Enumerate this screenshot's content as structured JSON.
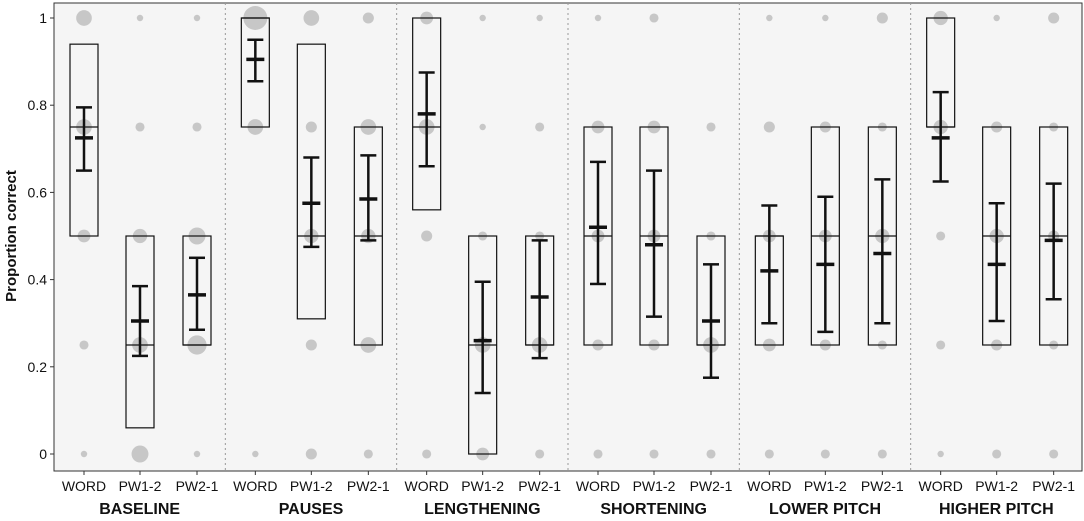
{
  "chart_data": {
    "type": "box-dot",
    "ylabel": "Proportion correct",
    "ylim": [
      0,
      1
    ],
    "yticks": [
      {
        "value": 0,
        "label": "0"
      },
      {
        "value": 0.2,
        "label": "0.2"
      },
      {
        "value": 0.4,
        "label": "0.4"
      },
      {
        "value": 0.6,
        "label": "0.6"
      },
      {
        "value": 0.8,
        "label": "0.8"
      },
      {
        "value": 1,
        "label": "1"
      }
    ],
    "grid": false,
    "panel_background": "#f5f5f5",
    "colors": {
      "dot": "#b3b3b3",
      "box": "#111111",
      "mean_ci": "#111111",
      "divider": "#999999"
    },
    "groups": [
      {
        "name": "BASELINE",
        "conditions": [
          {
            "label": "WORD",
            "box": {
              "q1": 0.5,
              "median": 0.75,
              "q3": 0.94
            },
            "mean": 0.725,
            "ci": [
              0.65,
              0.795
            ],
            "dots": [
              {
                "y": 0,
                "n": 1
              },
              {
                "y": 0.25,
                "n": 2
              },
              {
                "y": 0.5,
                "n": 4
              },
              {
                "y": 0.75,
                "n": 6
              },
              {
                "y": 1,
                "n": 6
              }
            ]
          },
          {
            "label": "PW1-2",
            "box": {
              "q1": 0.06,
              "median": 0.25,
              "q3": 0.5
            },
            "mean": 0.305,
            "ci": [
              0.225,
              0.385
            ],
            "dots": [
              {
                "y": 0,
                "n": 7
              },
              {
                "y": 0.25,
                "n": 6
              },
              {
                "y": 0.5,
                "n": 5
              },
              {
                "y": 0.75,
                "n": 2
              },
              {
                "y": 1,
                "n": 1
              }
            ]
          },
          {
            "label": "PW2-1",
            "box": {
              "q1": 0.25,
              "median": 0.25,
              "q3": 0.5
            },
            "mean": 0.365,
            "ci": [
              0.285,
              0.45
            ],
            "dots": [
              {
                "y": 0,
                "n": 1
              },
              {
                "y": 0.25,
                "n": 9
              },
              {
                "y": 0.5,
                "n": 7
              },
              {
                "y": 0.75,
                "n": 2
              },
              {
                "y": 1,
                "n": 1
              }
            ]
          }
        ]
      },
      {
        "name": "PAUSES",
        "conditions": [
          {
            "label": "WORD",
            "box": {
              "q1": 0.75,
              "median": 1,
              "q3": 1
            },
            "mean": 0.905,
            "ci": [
              0.855,
              0.95
            ],
            "dots": [
              {
                "y": 0,
                "n": 1
              },
              {
                "y": 0.75,
                "n": 6
              },
              {
                "y": 1,
                "n": 14
              }
            ]
          },
          {
            "label": "PW1-2",
            "box": {
              "q1": 0.31,
              "median": 0.5,
              "q3": 0.94
            },
            "mean": 0.575,
            "ci": [
              0.475,
              0.68
            ],
            "dots": [
              {
                "y": 0,
                "n": 3
              },
              {
                "y": 0.25,
                "n": 3
              },
              {
                "y": 0.5,
                "n": 5
              },
              {
                "y": 0.75,
                "n": 3
              },
              {
                "y": 1,
                "n": 6
              }
            ]
          },
          {
            "label": "PW2-1",
            "box": {
              "q1": 0.25,
              "median": 0.5,
              "q3": 0.75
            },
            "mean": 0.585,
            "ci": [
              0.49,
              0.685
            ],
            "dots": [
              {
                "y": 0,
                "n": 2
              },
              {
                "y": 0.25,
                "n": 6
              },
              {
                "y": 0.5,
                "n": 5
              },
              {
                "y": 0.75,
                "n": 6
              },
              {
                "y": 1,
                "n": 3
              }
            ]
          }
        ]
      },
      {
        "name": "LENGTHENING",
        "conditions": [
          {
            "label": "WORD",
            "box": {
              "q1": 0.56,
              "median": 0.75,
              "q3": 1
            },
            "mean": 0.78,
            "ci": [
              0.66,
              0.875
            ],
            "dots": [
              {
                "y": 0,
                "n": 2
              },
              {
                "y": 0.5,
                "n": 3
              },
              {
                "y": 0.75,
                "n": 6
              },
              {
                "y": 1,
                "n": 4
              }
            ]
          },
          {
            "label": "PW1-2",
            "box": {
              "q1": 0,
              "median": 0.25,
              "q3": 0.5
            },
            "mean": 0.26,
            "ci": [
              0.14,
              0.395
            ],
            "dots": [
              {
                "y": 0,
                "n": 4
              },
              {
                "y": 0.25,
                "n": 6
              },
              {
                "y": 0.5,
                "n": 2
              },
              {
                "y": 0.75,
                "n": 1
              },
              {
                "y": 1,
                "n": 1
              }
            ]
          },
          {
            "label": "PW2-1",
            "box": {
              "q1": 0.25,
              "median": 0.25,
              "q3": 0.5
            },
            "mean": 0.36,
            "ci": [
              0.22,
              0.49
            ],
            "dots": [
              {
                "y": 0,
                "n": 2
              },
              {
                "y": 0.25,
                "n": 6
              },
              {
                "y": 0.5,
                "n": 2
              },
              {
                "y": 0.75,
                "n": 2
              },
              {
                "y": 1,
                "n": 1
              }
            ]
          }
        ]
      },
      {
        "name": "SHORTENING",
        "conditions": [
          {
            "label": "WORD",
            "box": {
              "q1": 0.25,
              "median": 0.5,
              "q3": 0.75
            },
            "mean": 0.52,
            "ci": [
              0.39,
              0.67
            ],
            "dots": [
              {
                "y": 0,
                "n": 2
              },
              {
                "y": 0.25,
                "n": 3
              },
              {
                "y": 0.5,
                "n": 4
              },
              {
                "y": 0.75,
                "n": 4
              },
              {
                "y": 1,
                "n": 1
              }
            ]
          },
          {
            "label": "PW1-2",
            "box": {
              "q1": 0.25,
              "median": 0.5,
              "q3": 0.75
            },
            "mean": 0.48,
            "ci": [
              0.315,
              0.65
            ],
            "dots": [
              {
                "y": 0,
                "n": 2
              },
              {
                "y": 0.25,
                "n": 3
              },
              {
                "y": 0.5,
                "n": 4
              },
              {
                "y": 0.75,
                "n": 4
              },
              {
                "y": 1,
                "n": 2
              }
            ]
          },
          {
            "label": "PW2-1",
            "box": {
              "q1": 0.25,
              "median": 0.25,
              "q3": 0.5
            },
            "mean": 0.305,
            "ci": [
              0.175,
              0.435
            ],
            "dots": [
              {
                "y": 0,
                "n": 2
              },
              {
                "y": 0.25,
                "n": 6
              },
              {
                "y": 0.5,
                "n": 2
              },
              {
                "y": 0.75,
                "n": 2
              }
            ]
          }
        ]
      },
      {
        "name": "LOWER PITCH",
        "conditions": [
          {
            "label": "WORD",
            "box": {
              "q1": 0.25,
              "median": 0.5,
              "q3": 0.5
            },
            "mean": 0.42,
            "ci": [
              0.3,
              0.57
            ],
            "dots": [
              {
                "y": 0,
                "n": 2
              },
              {
                "y": 0.25,
                "n": 4
              },
              {
                "y": 0.5,
                "n": 4
              },
              {
                "y": 0.75,
                "n": 3
              },
              {
                "y": 1,
                "n": 1
              }
            ]
          },
          {
            "label": "PW1-2",
            "box": {
              "q1": 0.25,
              "median": 0.5,
              "q3": 0.75
            },
            "mean": 0.435,
            "ci": [
              0.28,
              0.59
            ],
            "dots": [
              {
                "y": 0,
                "n": 2
              },
              {
                "y": 0.25,
                "n": 3
              },
              {
                "y": 0.5,
                "n": 4
              },
              {
                "y": 0.75,
                "n": 3
              },
              {
                "y": 1,
                "n": 1
              }
            ]
          },
          {
            "label": "PW2-1",
            "box": {
              "q1": 0.25,
              "median": 0.5,
              "q3": 0.75
            },
            "mean": 0.46,
            "ci": [
              0.3,
              0.63
            ],
            "dots": [
              {
                "y": 0,
                "n": 2
              },
              {
                "y": 0.25,
                "n": 2
              },
              {
                "y": 0.5,
                "n": 5
              },
              {
                "y": 0.75,
                "n": 2
              },
              {
                "y": 1,
                "n": 3
              }
            ]
          }
        ]
      },
      {
        "name": "HIGHER PITCH",
        "conditions": [
          {
            "label": "WORD",
            "box": {
              "q1": 0.75,
              "median": 0.75,
              "q3": 1
            },
            "mean": 0.725,
            "ci": [
              0.625,
              0.83
            ],
            "dots": [
              {
                "y": 0,
                "n": 1
              },
              {
                "y": 0.25,
                "n": 2
              },
              {
                "y": 0.5,
                "n": 2
              },
              {
                "y": 0.75,
                "n": 5
              },
              {
                "y": 1,
                "n": 5
              }
            ]
          },
          {
            "label": "PW1-2",
            "box": {
              "q1": 0.25,
              "median": 0.5,
              "q3": 0.75
            },
            "mean": 0.435,
            "ci": [
              0.305,
              0.575
            ],
            "dots": [
              {
                "y": 0,
                "n": 2
              },
              {
                "y": 0.25,
                "n": 3
              },
              {
                "y": 0.5,
                "n": 5
              },
              {
                "y": 0.75,
                "n": 3
              },
              {
                "y": 1,
                "n": 1
              }
            ]
          },
          {
            "label": "PW2-1",
            "box": {
              "q1": 0.25,
              "median": 0.5,
              "q3": 0.75
            },
            "mean": 0.49,
            "ci": [
              0.355,
              0.62
            ],
            "dots": [
              {
                "y": 0,
                "n": 2
              },
              {
                "y": 0.25,
                "n": 2
              },
              {
                "y": 0.5,
                "n": 3
              },
              {
                "y": 0.75,
                "n": 2
              },
              {
                "y": 1,
                "n": 3
              }
            ]
          }
        ]
      }
    ]
  }
}
